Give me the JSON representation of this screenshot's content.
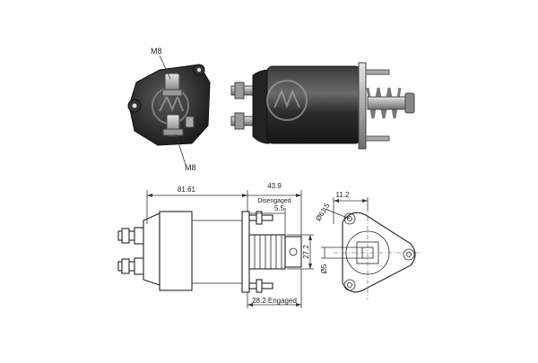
{
  "photo_labels": {
    "top_terminal": "M8",
    "bottom_terminal": "M8"
  },
  "dimensions": {
    "overall_length": "81.61",
    "plunger_travel": "43.9",
    "travel_state_disengaged": "Disengaged",
    "flange_to_face": "5.5",
    "boot_diameter": "27.2",
    "engaged_length": "28.2 Engaged",
    "hole_offset": "11.2",
    "bolt_circle": "Ø61.5",
    "center_hole": "Ø5"
  },
  "colors": {
    "housing": "#2a2a2a",
    "metal": "#b8b8b8",
    "line": "#222222"
  }
}
